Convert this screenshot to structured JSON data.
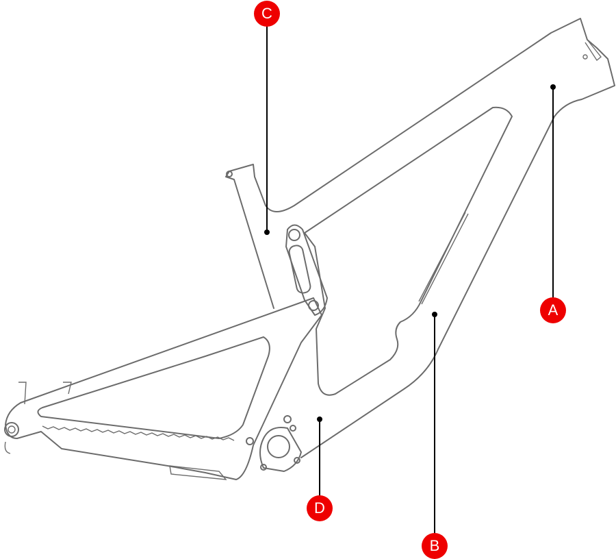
{
  "callouts": [
    {
      "id": "A",
      "label": "A"
    },
    {
      "id": "B",
      "label": "B"
    },
    {
      "id": "C",
      "label": "C"
    },
    {
      "id": "D",
      "label": "D"
    }
  ],
  "colors": {
    "callout": "#ee0000",
    "frame": "#6b6b6b",
    "leader": "#000000"
  }
}
